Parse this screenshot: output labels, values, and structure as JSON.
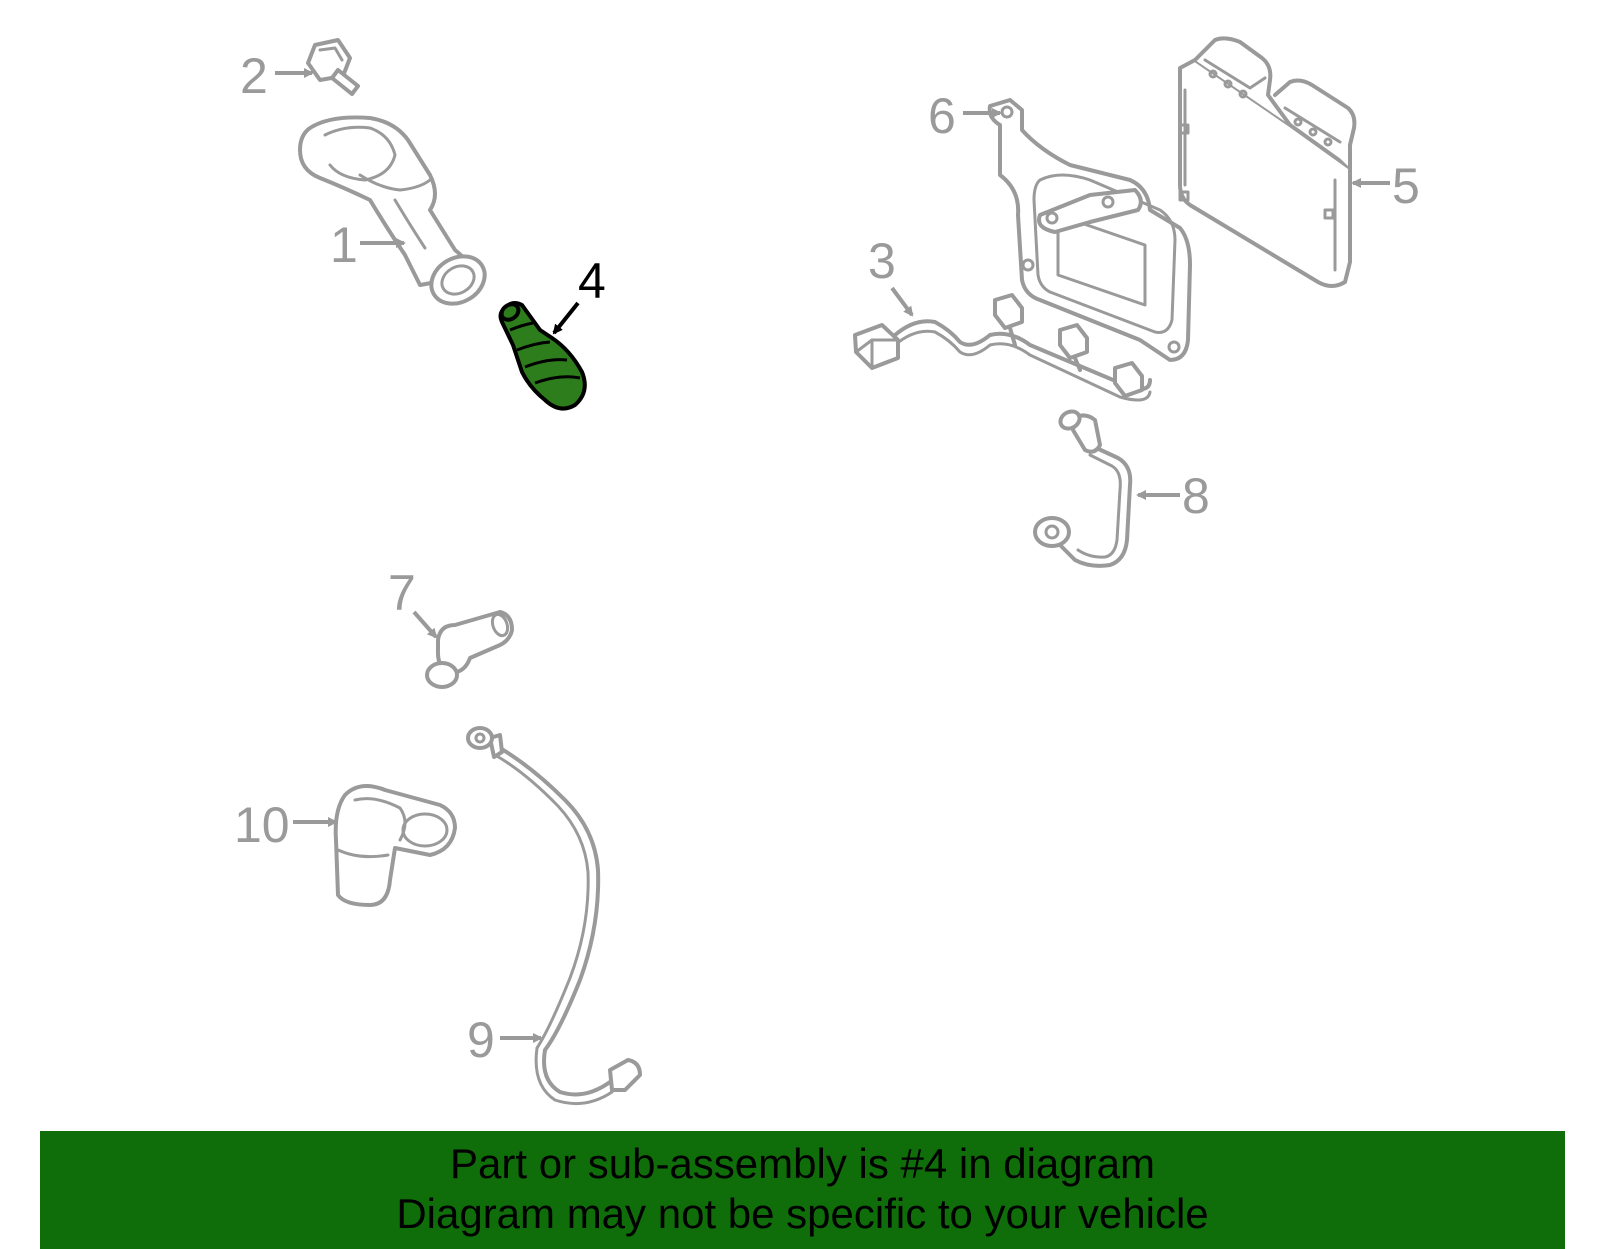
{
  "diagram": {
    "selected_part": "4",
    "selected_color": "#2e7d1c",
    "callouts": {
      "c1": "1",
      "c2": "2",
      "c3": "3",
      "c4": "4",
      "c5": "5",
      "c6": "6",
      "c7": "7",
      "c8": "8",
      "c9": "9",
      "c10": "10"
    }
  },
  "banner": {
    "line1": "Part or sub-assembly is #4 in diagram",
    "line2": "Diagram may not be specific to your vehicle",
    "background": "#0f6e0a"
  }
}
